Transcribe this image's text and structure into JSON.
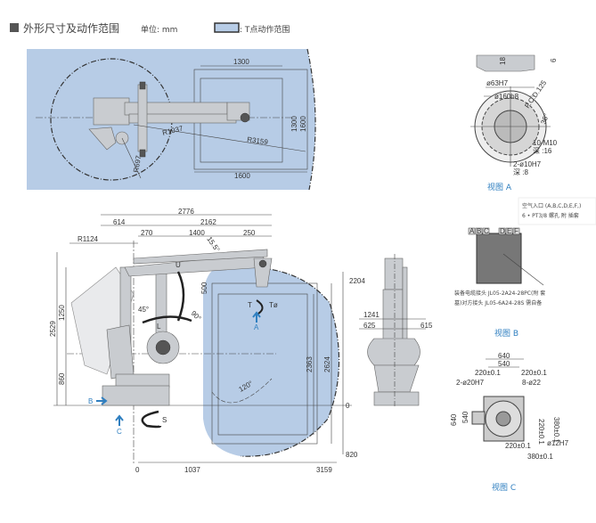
{
  "header": {
    "title": "外形尺寸及动作范围",
    "unit_label": "单位: mm",
    "legend_label": ": T点动作范围"
  },
  "colors": {
    "range_fill": "#b7cce6",
    "accent_blue": "#2f7fc0",
    "line": "#444444"
  },
  "top_view": {
    "dims": {
      "w_inner": "1300",
      "w_outer": "1600",
      "h_inner": "1300",
      "h_outer": "1600",
      "r_small": "R1037",
      "r_large": "R3159",
      "r_back": "R697"
    }
  },
  "main_view": {
    "dims": {
      "total": "2776",
      "d614": "614",
      "d2162": "2162",
      "d270": "270",
      "d1400": "1400",
      "d250": "250",
      "r1124": "R1124",
      "h2529": "2529",
      "h1250": "1250",
      "h860": "860",
      "h2363": "2363",
      "h2624": "2624",
      "h2204": "2204",
      "d500": "500",
      "x0": "0",
      "x1037": "1037",
      "x3159": "3159",
      "y0": "0",
      "y820": "820"
    },
    "angles": {
      "a155": "15.5°",
      "a45": "45°",
      "a90": "90°",
      "a120": "120°"
    },
    "axis_labels": {
      "u": "U",
      "l": "L",
      "s": "S",
      "t": "T",
      "t_range": "Tø"
    },
    "view_arrows": {
      "a": "A",
      "b": "B",
      "c": "C"
    }
  },
  "side_view": {
    "dims": {
      "d1241": "1241",
      "d625": "625",
      "d615": "615"
    }
  },
  "view_a": {
    "label": "视图 A",
    "dims": {
      "d63": "ø63H7",
      "d160": "ø160h8",
      "pcd": "P.C.D.125",
      "h18": "18",
      "h6": "6",
      "bolt": "10-M10",
      "bolt_depth": "深 :16",
      "pin": "2-ø10H7",
      "pin_depth": "深 :8",
      "angle": "36°"
    }
  },
  "view_b": {
    "label": "视图 B",
    "air_note_1": "空气入口 (A,B,C,D,E,F,)",
    "air_note_2": "6 • PT3/8 螺孔 附 插套",
    "connector_letters": [
      "A",
      "B",
      "C",
      "D",
      "E",
      "F"
    ],
    "cable_note_1": "装备电缆接头 JL05-2A24-28PC(附 套",
    "cable_note_2": "墓)对方接头 JL05-6A24-28S 需自备"
  },
  "view_c": {
    "label": "视图 C",
    "dims": {
      "w640": "640",
      "w540": "540",
      "h640": "640",
      "h540": "540",
      "t220a": "220±0.1",
      "t220b": "220±0.1",
      "pin": "2-ø20H7",
      "holes": "8-ø22",
      "pin2": "ø12H7",
      "b220": "220±0.1",
      "b380": "380±0.1",
      "r220": "220±0.1",
      "r380": "380±0.1"
    }
  }
}
